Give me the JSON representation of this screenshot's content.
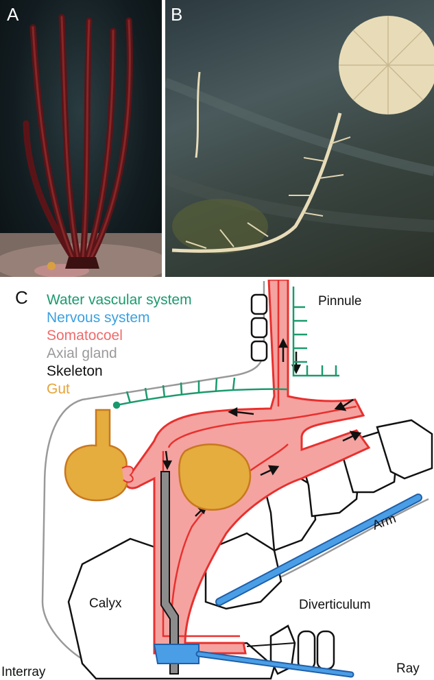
{
  "panels": {
    "a": {
      "label": "A"
    },
    "b": {
      "label": "B"
    },
    "c": {
      "label": "C"
    }
  },
  "legend": [
    {
      "text": "Water vascular system",
      "color": "#1a9a6c"
    },
    {
      "text": "Nervous system",
      "color": "#3aa0e0"
    },
    {
      "text": "Somatocoel",
      "color": "#f06a6a"
    },
    {
      "text": "Axial gland",
      "color": "#9a9a9a"
    },
    {
      "text": "Skeleton",
      "color": "#111111"
    },
    {
      "text": "Gut",
      "color": "#e5a33a"
    }
  ],
  "labels": {
    "pinnule": "Pinnule",
    "arm": "Arm",
    "calyx": "Calyx",
    "diverticulum": "Diverticulum",
    "interray": "Interray",
    "ray": "Ray"
  },
  "colors": {
    "water_vascular": "#1a9a6c",
    "nervous": "#3aa0e0",
    "somatocoel_fill": "#f4a3a0",
    "somatocoel_line": "#e8302e",
    "axial_gland": "#8c8c8c",
    "gut_fill": "#e5ac3e",
    "gut_line": "#c8781e"
  }
}
